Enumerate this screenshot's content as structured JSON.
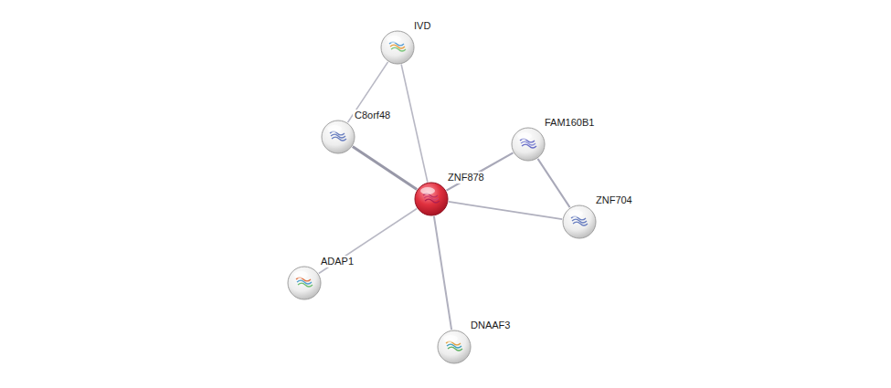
{
  "diagram": {
    "nodes": [
      {
        "text": [
          "IVD"
        ]
      },
      {
        "text": [
          "C8orf48"
        ]
      },
      {
        "text": [
          "FAM160B1"
        ]
      },
      {
        "text": [
          "ZNF878"
        ]
      },
      {
        "text": [
          "ZNF704"
        ]
      },
      {
        "text": [
          "ADAP1"
        ]
      },
      {
        "text": [
          "DNAAF3"
        ]
      }
    ],
    "edges": [
      {
        "from": 0,
        "to": 1,
        "arrow": "none"
      },
      {
        "from": 0,
        "to": 3,
        "arrow": "none"
      },
      {
        "from": 1,
        "to": 3,
        "arrow": "none"
      },
      {
        "from": 3,
        "to": 2,
        "arrow": "none"
      },
      {
        "from": 2,
        "to": 4,
        "arrow": "none"
      },
      {
        "from": 3,
        "to": 4,
        "arrow": "none"
      },
      {
        "from": 3,
        "to": 5,
        "arrow": "none"
      },
      {
        "from": 3,
        "to": 6,
        "arrow": "none"
      }
    ]
  }
}
